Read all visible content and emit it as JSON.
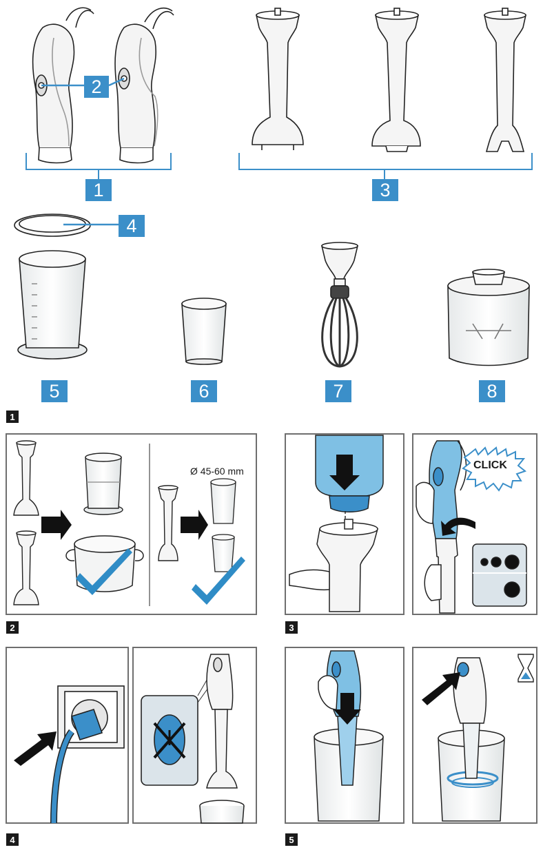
{
  "parts": {
    "label_1": "1",
    "label_2": "2",
    "label_3": "3",
    "label_4": "4",
    "label_5": "5",
    "label_6": "6",
    "label_7": "7",
    "label_8": "8"
  },
  "steps": {
    "step_1": "1",
    "step_2": "2",
    "step_3": "3",
    "step_4": "4",
    "step_5": "5"
  },
  "panel2": {
    "diameter_text": "Ø 45-60 mm"
  },
  "panel3": {
    "click_text": "CLICK"
  },
  "colors": {
    "accent_blue": "#3b8fc9",
    "light_blue": "#7fc0e4",
    "check_blue": "#2f8cc6",
    "outline": "#222222",
    "frame_gray": "#6e6e6e"
  }
}
